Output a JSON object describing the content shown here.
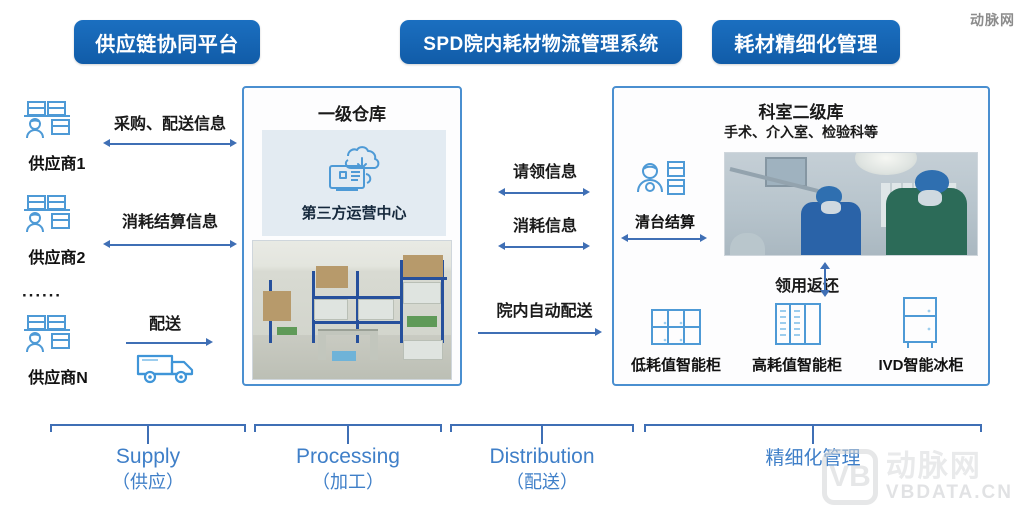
{
  "pills": {
    "supply_chain": "供应链协同平台",
    "spd_system": "SPD院内耗材物流管理系统",
    "fine_management": "耗材精细化管理"
  },
  "suppliers": {
    "items": [
      {
        "label": "供应商1",
        "icon": "supplier-warehouse-icon"
      },
      {
        "label": "供应商2",
        "icon": "supplier-warehouse-icon"
      },
      {
        "label": "供应商N",
        "icon": "supplier-warehouse-icon"
      }
    ],
    "ellipsis": "······"
  },
  "left_arrows": [
    {
      "label": "采购、配送信息",
      "direction": "both"
    },
    {
      "label": "消耗结算信息",
      "direction": "both"
    },
    {
      "label": "配送",
      "direction": "right",
      "icon": "delivery-truck-icon"
    }
  ],
  "warehouse_panel": {
    "title": "一级仓库",
    "operation_center": {
      "label": "第三方运营中心",
      "icon": "cloud-server-download-icon"
    },
    "photo_alt": "warehouse-shelves-photo"
  },
  "middle_arrows": [
    {
      "label": "请领信息",
      "direction": "both"
    },
    {
      "label": "消耗信息",
      "direction": "both"
    },
    {
      "label": "院内自动配送",
      "direction": "right"
    }
  ],
  "department_panel": {
    "title": "科室二级库",
    "subtitle": "手术、介入室、检验科等",
    "settlement": {
      "label": "清台结算",
      "icon": "staff-supplies-icon",
      "direction": "both"
    },
    "return_flow": {
      "label": "领用返还",
      "direction": "vertical-both"
    },
    "photo_alt": "operating-room-photo",
    "cabinets": [
      {
        "label": "低耗值智能柜",
        "icon": "low-value-cabinet-icon"
      },
      {
        "label": "高耗值智能柜",
        "icon": "high-value-cabinet-icon"
      },
      {
        "label": "IVD智能冰柜",
        "icon": "ivd-fridge-icon"
      }
    ]
  },
  "stages": [
    {
      "en": "Supply",
      "cn": "（供应）"
    },
    {
      "en": "Processing",
      "cn": "（加工）"
    },
    {
      "en": "Distribution",
      "cn": "（配送）"
    },
    {
      "en": "精细化管理",
      "cn": ""
    }
  ],
  "watermarks": {
    "top": "动脉网",
    "bottom_logo": "VB",
    "bottom_cn": "动脉网",
    "bottom_en": "VBDATA.CN"
  },
  "colors": {
    "pill_blue": "#135ea9",
    "panel_border": "#4a8fd0",
    "arrow_blue": "#3f6fb5",
    "stage_label": "#3f7fc8",
    "icon_blue": "#3f8fd0"
  }
}
